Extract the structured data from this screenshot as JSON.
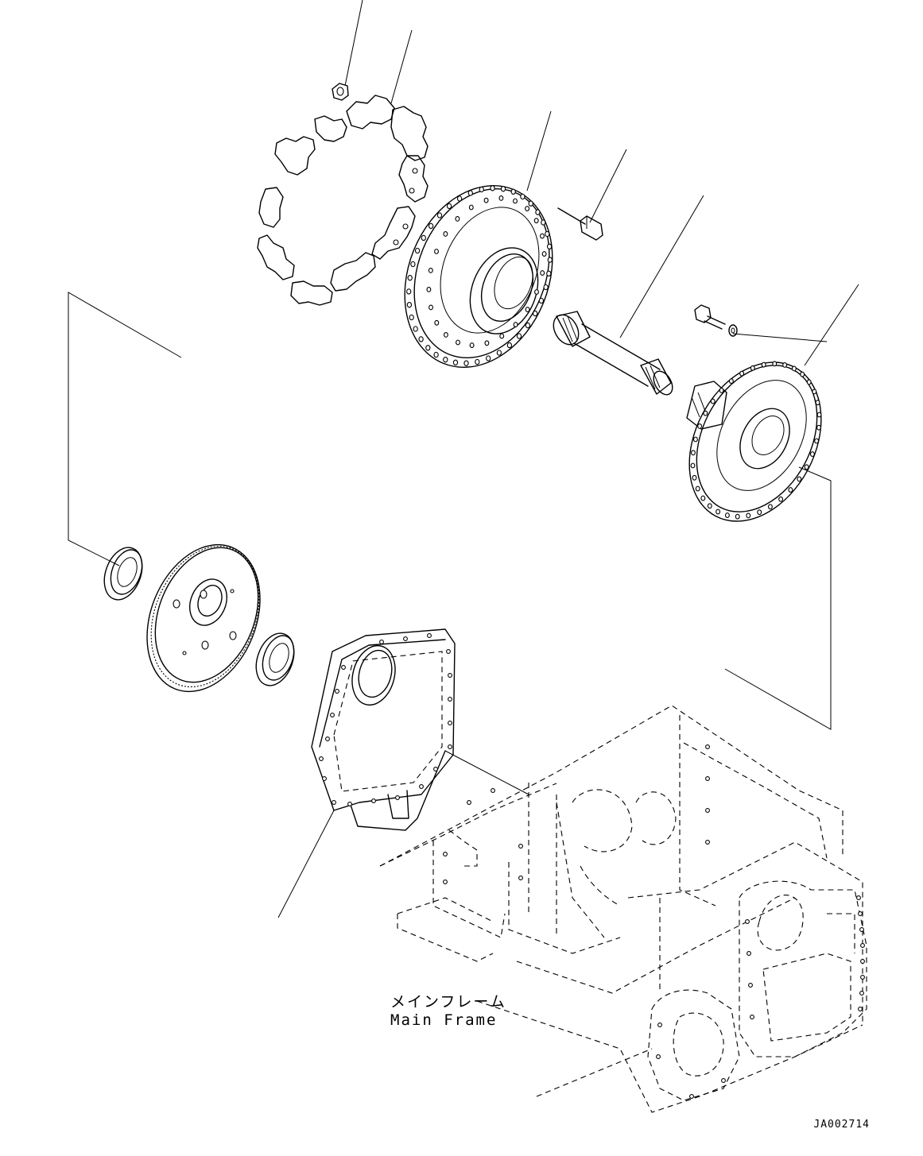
{
  "labels": {
    "main_frame_jp": "メインフレーム",
    "main_frame_en": "Main Frame"
  },
  "drawing_id": "JA002714",
  "parts": [
    "nut-icon",
    "sprocket-segments",
    "sprocket-hub",
    "bolt-icon",
    "drive-shaft",
    "bolt-washer-icon",
    "final-drive-hub",
    "bearing-icon",
    "gear-wheel",
    "bearing-icon",
    "final-drive-case",
    "main-frame"
  ],
  "colors": {
    "line": "#000000",
    "background": "#ffffff"
  }
}
